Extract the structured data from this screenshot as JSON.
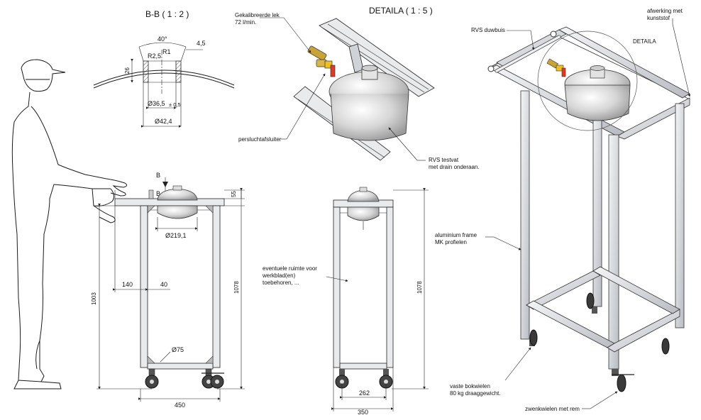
{
  "titles": {
    "section": "B-B ( 1 : 2 )",
    "detail": "DETAILA ( 1 : 5 )"
  },
  "section_dims": {
    "angle": "40°",
    "r25": "R2,5",
    "r1": "R1",
    "d45": "4,5",
    "d26": "26",
    "dia365": "Ø36,5",
    "tol": "± 0,5",
    "dia424": "Ø42,4"
  },
  "detail_labels": {
    "calibrated_leak_1": "Gekalibreerde lek",
    "calibrated_leak_2": "72 l/min.",
    "air_shutoff": "persluchtafsluiter",
    "test_vessel_1": "RVS testvat",
    "test_vessel_2": "met drain onderaan."
  },
  "front_dims": {
    "section_mark_top": "B",
    "section_mark_bottom": "B",
    "d55": "55",
    "dia2191": "Ø219,1",
    "d140": "140",
    "d40": "40",
    "d1003": "1003",
    "d1078": "1078",
    "dia75": "Ø75",
    "d450": "450"
  },
  "side_view": {
    "space_note_1": "eventuele ruimte voor",
    "space_note_2": "werkblad(en)",
    "space_note_3": "toebehoren, ...",
    "d1078": "1078",
    "d262": "262",
    "d350": "350"
  },
  "iso_labels": {
    "handle": "RVS duwbuis",
    "finish_1": "afwerking met",
    "finish_2": "kunststof",
    "detail_ref": "DETAILA",
    "frame_1": "aluminium frame",
    "frame_2": "MK profielen",
    "fixed_wheels_1": "vaste bokwielen",
    "fixed_wheels_2": "80 kg draaggewicht.",
    "swivel_wheels": "zwenkwielen met rem"
  }
}
